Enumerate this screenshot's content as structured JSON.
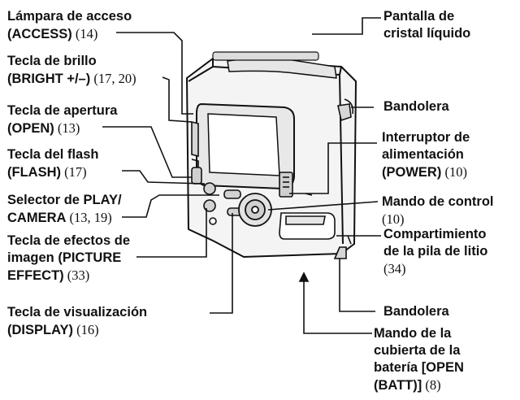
{
  "labels": {
    "access_lamp": {
      "name": "Lámpara de acceso",
      "code": "(ACCESS)",
      "page": "(14)"
    },
    "bright_key": {
      "name": "Tecla de brillo",
      "code": "(BRIGHT +/–)",
      "page": "(17, 20)"
    },
    "open_key": {
      "name": "Tecla de apertura",
      "code": "(OPEN)",
      "page": "(13)"
    },
    "flash_key": {
      "name": "Tecla del flash",
      "code": "(FLASH)",
      "page": "(17)"
    },
    "play_camera_selector": {
      "name": "Selector de PLAY/",
      "code": "CAMERA",
      "page": "(13, 19)"
    },
    "picture_effect_key": {
      "line1": "Tecla de efectos de",
      "line2": "imagen (PICTURE",
      "code": "EFFECT)",
      "page": "(33)"
    },
    "display_key": {
      "name": "Tecla de visualización",
      "code": "(DISPLAY)",
      "page": "(16)"
    },
    "lcd_screen": {
      "line1": "Pantalla de",
      "line2": "cristal líquido"
    },
    "strap_top": {
      "name": "Bandolera"
    },
    "power_switch": {
      "line1": "Interruptor de",
      "line2": "alimentación",
      "code": "(POWER)",
      "page": "(10)"
    },
    "control_dial": {
      "name": "Mando de control",
      "page": "(10)"
    },
    "lithium_compartment": {
      "line1": "Compartimiento",
      "line2": "de la pila de litio",
      "page": "(34)"
    },
    "strap_bottom": {
      "name": "Bandolera"
    },
    "battery_cover": {
      "line1": "Mando de la",
      "line2": "cubierta de la",
      "line3": "batería [OPEN",
      "code": "(BATT)]",
      "page": "(8)"
    }
  }
}
